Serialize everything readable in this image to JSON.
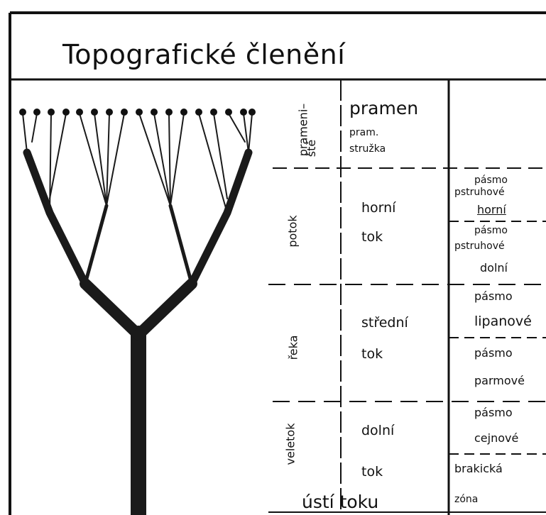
{
  "title": "Topografické členění",
  "regions": {
    "prameniste_a": "prameni–",
    "prameniste_b": "ště",
    "potok": "potok",
    "reka": "řeka",
    "veletok": "veletok"
  },
  "flow": {
    "pramen": "pramen",
    "pram": "pram.",
    "struzka": "stružka",
    "horni": "horní",
    "horni_tok": "tok",
    "stredni": "střední",
    "stredni_tok": "tok",
    "dolni": "dolní",
    "dolni_tok": "tok",
    "usti": "ústí toku"
  },
  "zones": {
    "pst_horni_1": "pásmo",
    "pst_horni_2": "pstruhové",
    "pst_horni_3": "horní",
    "pst_dolni_1": "pásmo",
    "pst_dolni_2": "pstruhové",
    "pst_dolni_3": "dolní",
    "lip_1": "pásmo",
    "lip_2": "lipanové",
    "parm_1": "pásmo",
    "parm_2": "parmové",
    "cejn_1": "pásmo",
    "cejn_2": "cejnové",
    "brak_1": "brakická",
    "brak_2": "zóna"
  }
}
